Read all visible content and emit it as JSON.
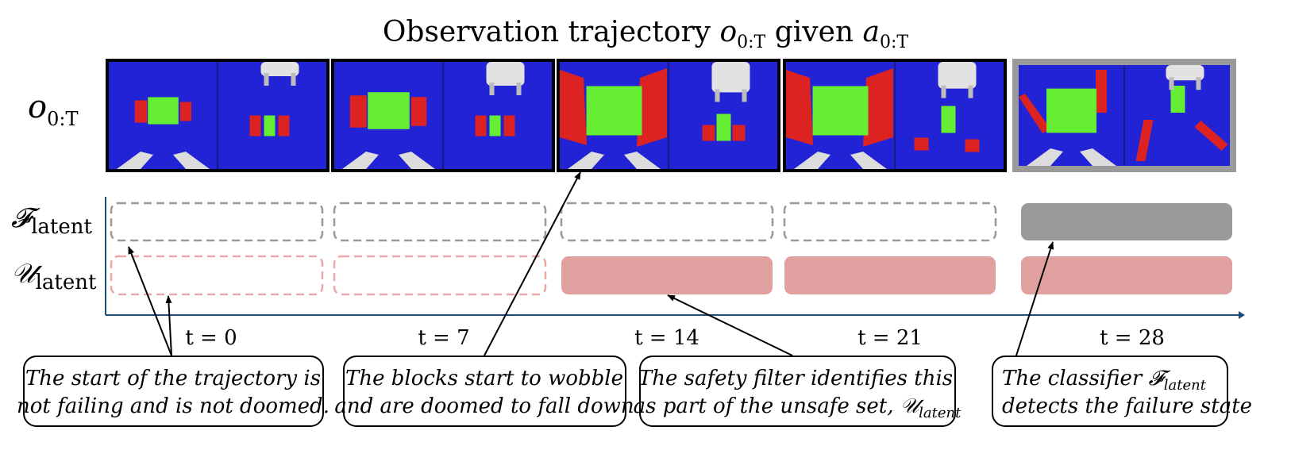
{
  "title": {
    "text": "Observation trajectory",
    "o_var": "o",
    "o_sub": "0:T",
    "given": "given",
    "a_var": "a",
    "a_sub": "0:T"
  },
  "row_labels": {
    "obs": {
      "var": "o",
      "sub": "0:T"
    },
    "failure": {
      "var": "𝓕",
      "sub": "latent"
    },
    "unsafe": {
      "var": "𝒰",
      "sub": "latent"
    }
  },
  "timesteps": [
    "t = 0",
    "t = 7",
    "t = 14",
    "t = 21",
    "t = 28"
  ],
  "frames": [
    {
      "border": "#000000",
      "failure_state": "not-failing",
      "unsafe_state": "not-doomed"
    },
    {
      "border": "#000000",
      "failure_state": "not-failing",
      "unsafe_state": "not-doomed"
    },
    {
      "border": "#000000",
      "failure_state": "not-failing",
      "unsafe_state": "unsafe"
    },
    {
      "border": "#000000",
      "failure_state": "not-failing",
      "unsafe_state": "unsafe"
    },
    {
      "border": "#9a9a9a",
      "failure_state": "failure",
      "unsafe_state": "unsafe"
    }
  ],
  "colors": {
    "failure_dashed": "#9a9a9a",
    "unsafe_dashed": "#e8a8a8",
    "failure_fill": "#9a9a9a",
    "unsafe_fill": "#e0a0a0",
    "scene_blue": "#2323d6",
    "block_green": "#66ee33",
    "block_red": "#dd2222",
    "axis": "#1f4e79"
  },
  "callouts": [
    {
      "line1": "The start of the trajectory is",
      "line2": "not failing and is not doomed."
    },
    {
      "line1": "The blocks start to wobble",
      "line2": "and are doomed to fall down"
    },
    {
      "line1": "The safety filter identifies this",
      "line2": "as part of the unsafe set,",
      "math_var": "𝒰",
      "math_sub": "latent"
    },
    {
      "line1_prefix": "The classifier",
      "math_var": "𝓕",
      "math_sub": "latent",
      "line2": "detects the failure state"
    }
  ]
}
